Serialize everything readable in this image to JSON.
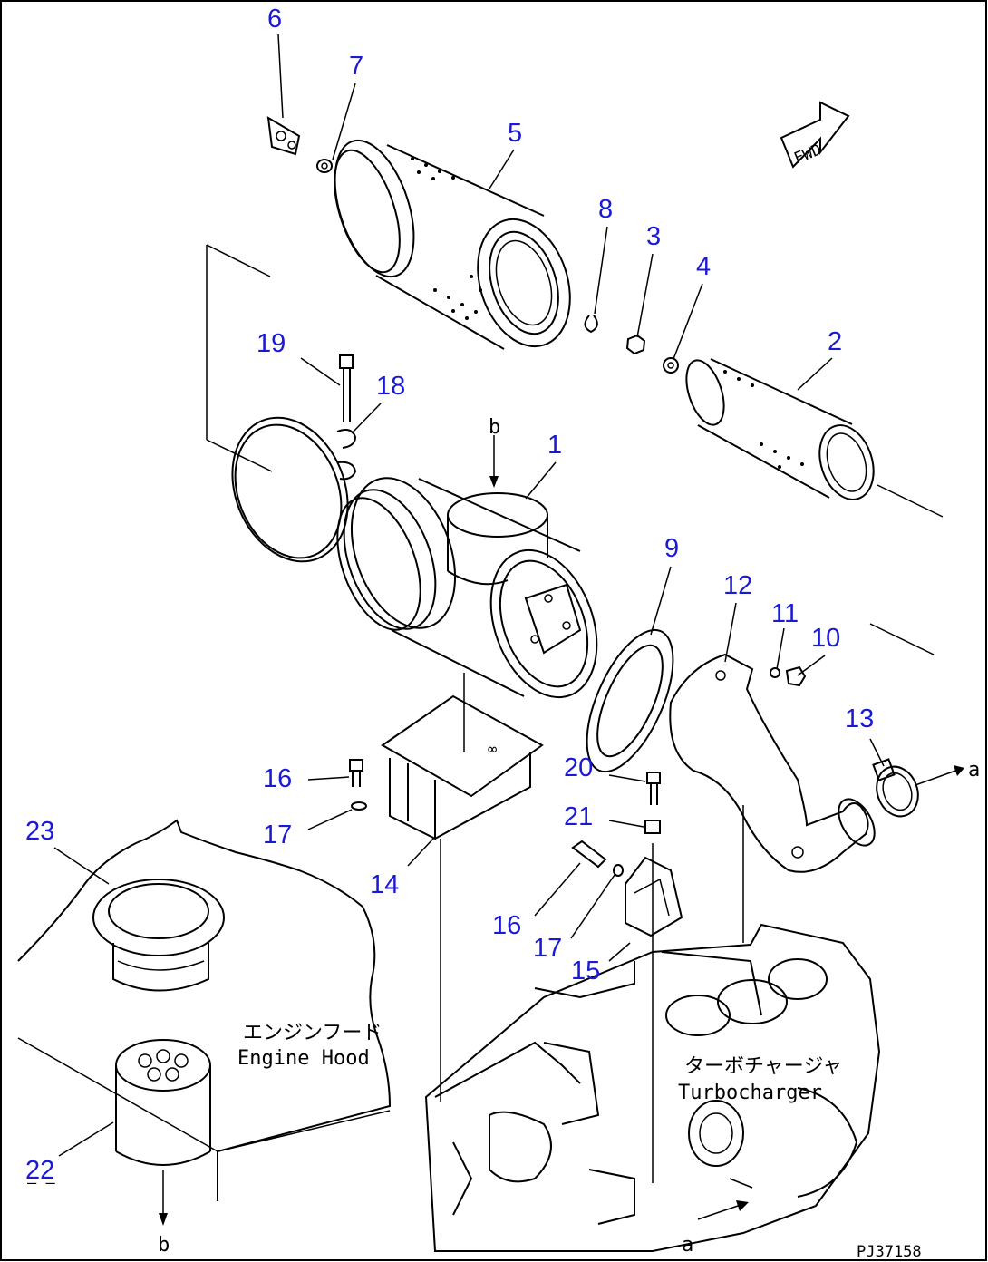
{
  "diagram": {
    "drawing_code": "PJ37158",
    "fwd_label": "FWD",
    "engine_hood_jp": "エンジンフード",
    "engine_hood_en": "Engine Hood",
    "turbo_jp": "ターボチャージャ",
    "turbo_en": "Turbocharger",
    "ref_a": "a",
    "ref_b": "b",
    "ref_dash": "— —",
    "part_numbers": [
      {
        "id": "p1",
        "label": "1"
      },
      {
        "id": "p2",
        "label": "2"
      },
      {
        "id": "p3",
        "label": "3"
      },
      {
        "id": "p4",
        "label": "4"
      },
      {
        "id": "p5",
        "label": "5"
      },
      {
        "id": "p6",
        "label": "6"
      },
      {
        "id": "p7",
        "label": "7"
      },
      {
        "id": "p8",
        "label": "8"
      },
      {
        "id": "p9",
        "label": "9"
      },
      {
        "id": "p10",
        "label": "10"
      },
      {
        "id": "p11",
        "label": "11"
      },
      {
        "id": "p12",
        "label": "12"
      },
      {
        "id": "p13",
        "label": "13"
      },
      {
        "id": "p14",
        "label": "14"
      },
      {
        "id": "p15",
        "label": "15"
      },
      {
        "id": "p16a",
        "label": "16"
      },
      {
        "id": "p16b",
        "label": "16"
      },
      {
        "id": "p17a",
        "label": "17"
      },
      {
        "id": "p17b",
        "label": "17"
      },
      {
        "id": "p18",
        "label": "18"
      },
      {
        "id": "p19",
        "label": "19"
      },
      {
        "id": "p20",
        "label": "20"
      },
      {
        "id": "p21",
        "label": "21"
      },
      {
        "id": "p22",
        "label": "22"
      },
      {
        "id": "p23",
        "label": "23"
      }
    ]
  }
}
